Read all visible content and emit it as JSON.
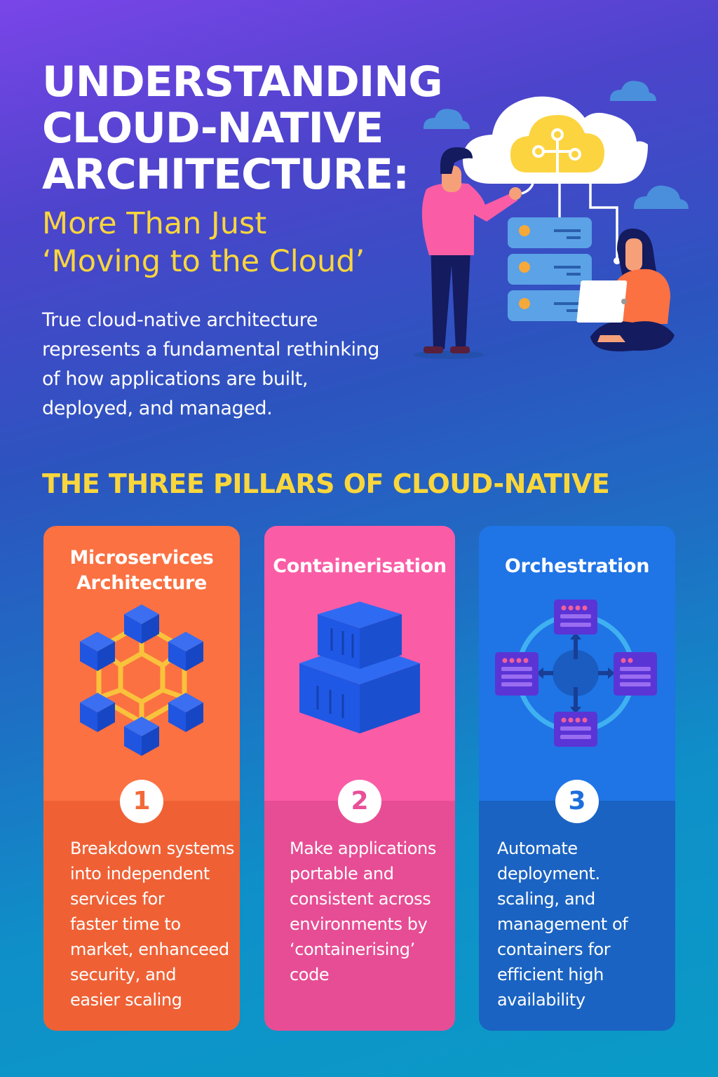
{
  "header": {
    "title_lines": [
      "UNDERSTANDING",
      "CLOUD-NATIVE",
      "ARCHITECTURE:"
    ],
    "subtitle_lines": [
      "More Than Just",
      "‘Moving to the Cloud’"
    ],
    "intro_lines": [
      "True cloud-native architecture",
      "represents a fundamental rethinking",
      "of how applications are built,",
      "deployed, and managed."
    ]
  },
  "hero_illustration": {
    "icons": [
      "cloud-network-icon",
      "server-stack-icon",
      "person-standing",
      "person-with-laptop",
      "small-cloud-icon"
    ]
  },
  "pillars": {
    "heading": "THE THREE PILLARS OF CLOUD-NATIVE",
    "cards": [
      {
        "number": "1",
        "title_lines": [
          "Microservices",
          "Architecture"
        ],
        "icon": "hexagon-cubes-network-icon",
        "description_lines": [
          "Breakdown systems",
          "into independent",
          "services for",
          "faster time to",
          "market, enhanceed",
          "security, and",
          "easier scaling"
        ],
        "color_top": "#fb7142",
        "color_bottom": "#ef6135"
      },
      {
        "number": "2",
        "title_lines": [
          "Containerisation"
        ],
        "icon": "stacked-containers-icon",
        "description_lines": [
          "Make applications",
          "portable and",
          "consistent across",
          "environments by",
          "‘containerising’",
          "code"
        ],
        "color_top": "#fb5ca6",
        "color_bottom": "#e74d94"
      },
      {
        "number": "3",
        "title_lines": [
          "Orchestration"
        ],
        "icon": "orchestration-cycle-icon",
        "description_lines": [
          "Automate",
          "deployment.",
          "scaling, and",
          "management of",
          "containers for",
          "efficient high",
          "availability"
        ],
        "color_top": "#1f74e6",
        "color_bottom": "#1a63c2"
      }
    ]
  },
  "colors": {
    "accent_yellow": "#f9d63c",
    "gradient_start": "#7a45e8",
    "gradient_end": "#0a9bc7"
  }
}
